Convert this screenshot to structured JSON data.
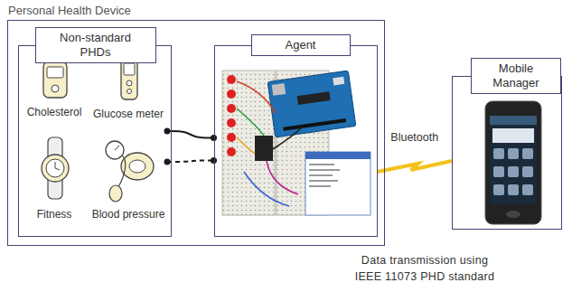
{
  "diagram": {
    "nodes": [
      {
        "text": [
          "Personal Health Device"
        ]
      },
      {
        "text": [
          "Non-standard PHDs"
        ],
        "in": 0
      },
      {
        "text": [
          "Cholesterol"
        ],
        "in": 1
      },
      {
        "text": [
          "Glucose meter"
        ],
        "in": 1
      },
      {
        "text": [
          "Fitness"
        ],
        "in": 1
      },
      {
        "text": [
          "Blood pressure"
        ],
        "in": 1
      },
      {
        "text": [
          "Agent"
        ],
        "in": 0
      },
      {
        "text": [
          "Mobile Manager"
        ]
      }
    ],
    "edges": [
      {
        "from": 3,
        "to": 6,
        "arrow": "none"
      },
      {
        "from": 5,
        "to": 6,
        "arrow": "none"
      },
      {
        "from": 6,
        "to": 7,
        "label": "Bluetooth",
        "arrow": "none"
      }
    ],
    "labels": [
      "Data transmission using IEEE 11073 PHD standard"
    ]
  }
}
